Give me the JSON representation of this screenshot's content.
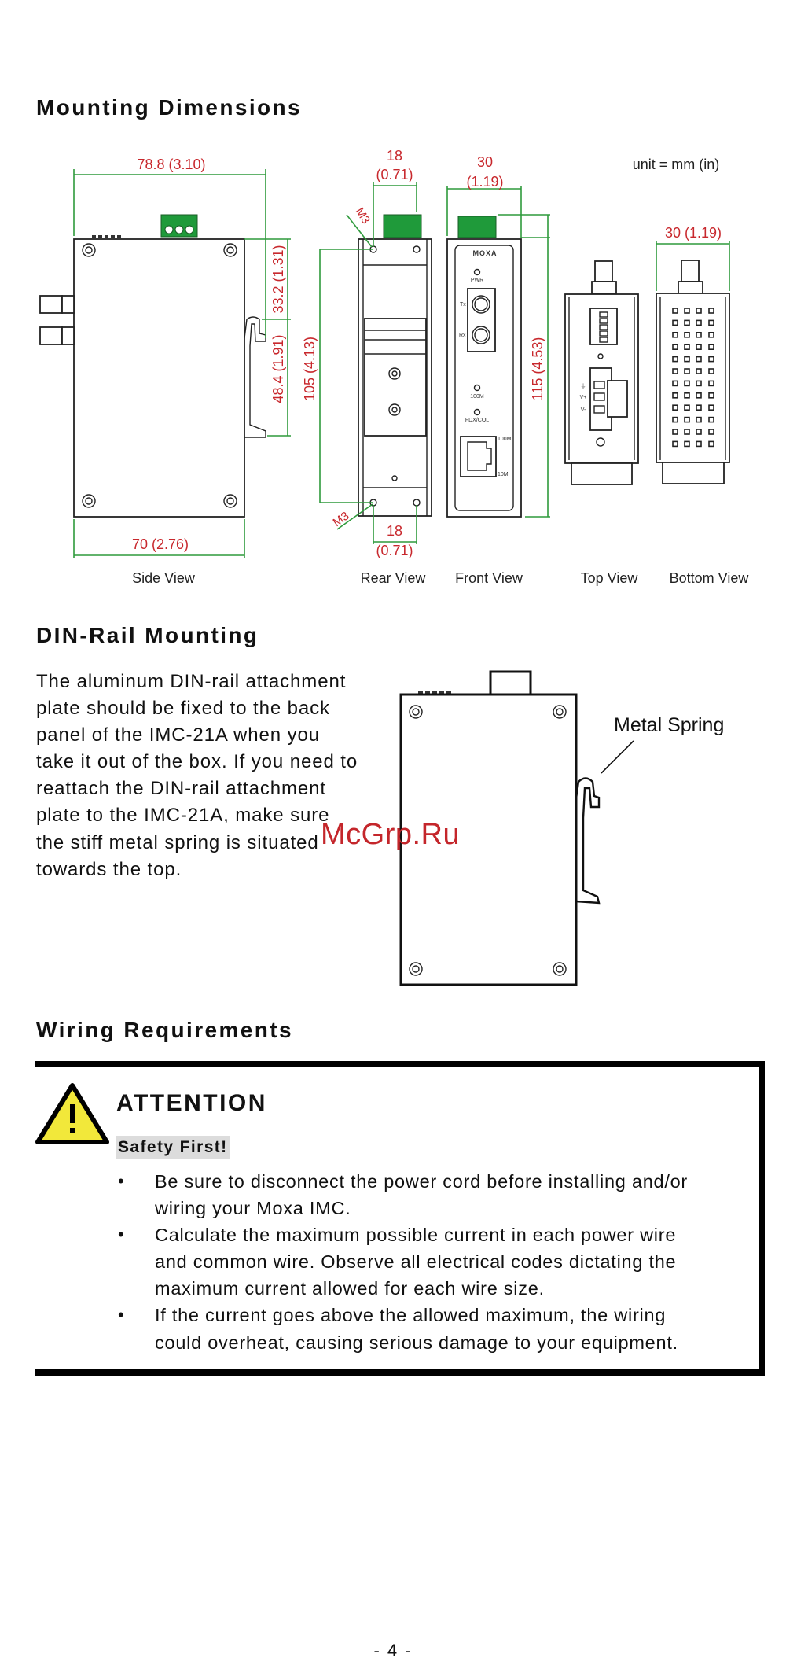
{
  "sections": {
    "mounting": {
      "title": "Mounting Dimensions"
    },
    "din": {
      "title": "DIN-Rail Mounting",
      "lines": [
        "The aluminum DIN-rail attachment",
        "plate should be fixed to the back",
        "panel of the IMC-21A when you",
        "take it out of the box. If you need to",
        "reattach the DIN-rail attachment",
        "plate to the IMC-21A, make sure",
        "the stiff metal spring is situated",
        "towards the top."
      ],
      "spring_label": "Metal Spring"
    },
    "wiring": {
      "title": "Wiring Requirements"
    }
  },
  "diagram": {
    "unit": "unit = mm (in)",
    "side": {
      "width_top": "78.8 (3.10)",
      "width_bottom": "70 (2.76)",
      "h1": "33.2 (1.31)",
      "h2": "48.4 (1.91)",
      "label": "Side View"
    },
    "rear": {
      "top_a": "18",
      "top_b": "(0.71)",
      "bot_a": "18",
      "bot_b": "(0.71)",
      "height": "105 (4.13)",
      "screw_top": "M3",
      "screw_bottom": "M3",
      "label": "Rear View"
    },
    "front": {
      "w_a": "30",
      "w_b": "(1.19)",
      "height": "115 (4.53)",
      "brand": "MOXA",
      "pwr": "PWR",
      "tx": "Tx",
      "rx": "Rx",
      "led100": "100M",
      "fdx": "FDX/COL",
      "port100": "100M",
      "port10": "10M",
      "label": "Front View"
    },
    "top": {
      "gnd": "⏚",
      "vplus": "V+",
      "vminus": "V-",
      "label": "Top View"
    },
    "bottom": {
      "width": "30 (1.19)",
      "label": "Bottom View"
    }
  },
  "attention": {
    "title": "ATTENTION",
    "subtitle": "Safety First!",
    "bullets": [
      [
        "Be sure to disconnect the power cord before installing and/or",
        "wiring your Moxa IMC."
      ],
      [
        "Calculate the maximum possible current in each power wire",
        "and common wire. Observe all electrical codes dictating the",
        "maximum current allowed for each wire size."
      ],
      [
        "If the current goes above the allowed maximum, the wiring",
        "could overheat, causing serious damage to your equipment."
      ]
    ]
  },
  "watermark": "McGrp.Ru",
  "page_number": "- 4 -",
  "colors": {
    "dimension_text": "#c8282d",
    "dimension_line": "#2f9a3c",
    "warning_yellow": "#f2e83a"
  }
}
